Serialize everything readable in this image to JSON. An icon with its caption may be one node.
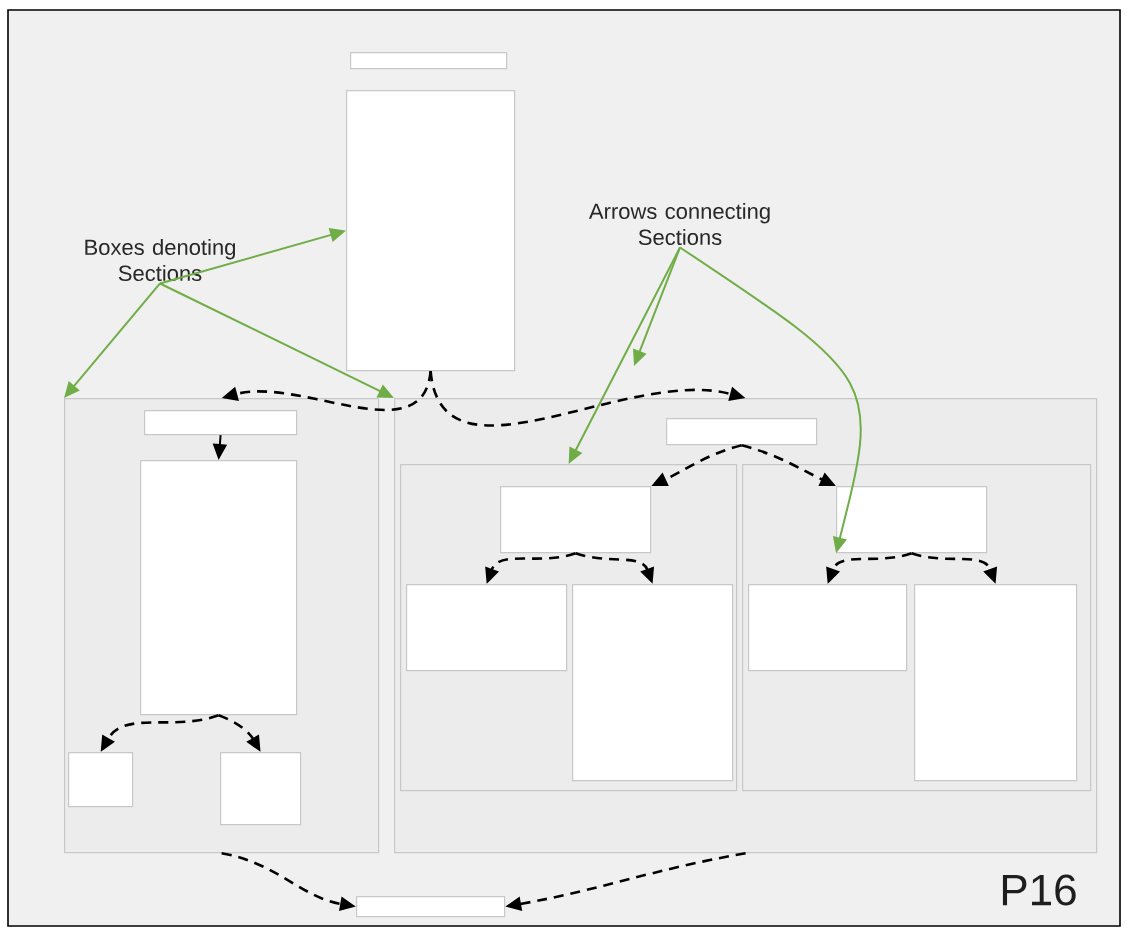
{
  "diagram": {
    "nodes": [
      {
        "text": [
          "Boxes denoting Sections"
        ]
      },
      {
        "text": [
          "Arrows connecting Sections"
        ]
      },
      {
        "text": [],
        "shape": "box"
      },
      {
        "text": [],
        "shape": "box"
      },
      {
        "text": [],
        "shape": "box"
      },
      {
        "text": [],
        "shape": "box",
        "in": 4
      },
      {
        "text": [],
        "shape": "box",
        "in": 4
      },
      {
        "text": [],
        "shape": "box",
        "in": 4
      },
      {
        "text": [],
        "shape": "box",
        "in": 4
      },
      {
        "text": [],
        "shape": "box"
      },
      {
        "text": [],
        "shape": "box",
        "in": 9
      },
      {
        "text": [],
        "shape": "box",
        "in": 9
      },
      {
        "text": [],
        "shape": "box",
        "in": 11
      },
      {
        "text": [],
        "shape": "box",
        "in": 11
      },
      {
        "text": [],
        "shape": "box",
        "in": 11
      },
      {
        "text": [],
        "shape": "box",
        "in": 9
      },
      {
        "text": [],
        "shape": "box",
        "in": 15
      },
      {
        "text": [],
        "shape": "box",
        "in": 15
      },
      {
        "text": [],
        "shape": "box",
        "in": 15
      },
      {
        "text": [],
        "shape": "box"
      }
    ],
    "edges": [
      {
        "from": 0,
        "to": 3,
        "arrow": "to",
        "color": "#70ad47"
      },
      {
        "from": 0,
        "to": 4,
        "arrow": "to",
        "color": "#70ad47"
      },
      {
        "from": 0,
        "to": 9,
        "arrow": "to",
        "color": "#70ad47"
      },
      {
        "from": 1,
        "to": null,
        "arrow": "to",
        "color": "#70ad47"
      },
      {
        "from": 1,
        "to": 11,
        "arrow": "to",
        "color": "#70ad47"
      },
      {
        "from": 1,
        "to": 16,
        "arrow": "to",
        "color": "#70ad47"
      },
      {
        "from": 3,
        "to": 4,
        "arrow": "to",
        "style": "dashed"
      },
      {
        "from": 3,
        "to": 9,
        "arrow": "to",
        "style": "dashed"
      },
      {
        "from": 5,
        "to": 6,
        "arrow": "to"
      },
      {
        "from": 6,
        "to": 7,
        "arrow": "to",
        "style": "dashed"
      },
      {
        "from": 6,
        "to": 8,
        "arrow": "to",
        "style": "dashed"
      },
      {
        "from": 10,
        "to": 12,
        "arrow": "to",
        "style": "dashed"
      },
      {
        "from": 10,
        "to": 16,
        "arrow": "to",
        "style": "dashed"
      },
      {
        "from": 12,
        "to": 13,
        "arrow": "to",
        "style": "dashed"
      },
      {
        "from": 12,
        "to": 14,
        "arrow": "to",
        "style": "dashed"
      },
      {
        "from": 16,
        "to": 17,
        "arrow": "to",
        "style": "dashed"
      },
      {
        "from": 16,
        "to": 18,
        "arrow": "to",
        "style": "dashed"
      },
      {
        "from": 4,
        "to": 19,
        "arrow": "to",
        "style": "dashed"
      },
      {
        "from": 9,
        "to": 19,
        "arrow": "to",
        "style": "dashed"
      }
    ],
    "labels": [
      "P16"
    ]
  }
}
